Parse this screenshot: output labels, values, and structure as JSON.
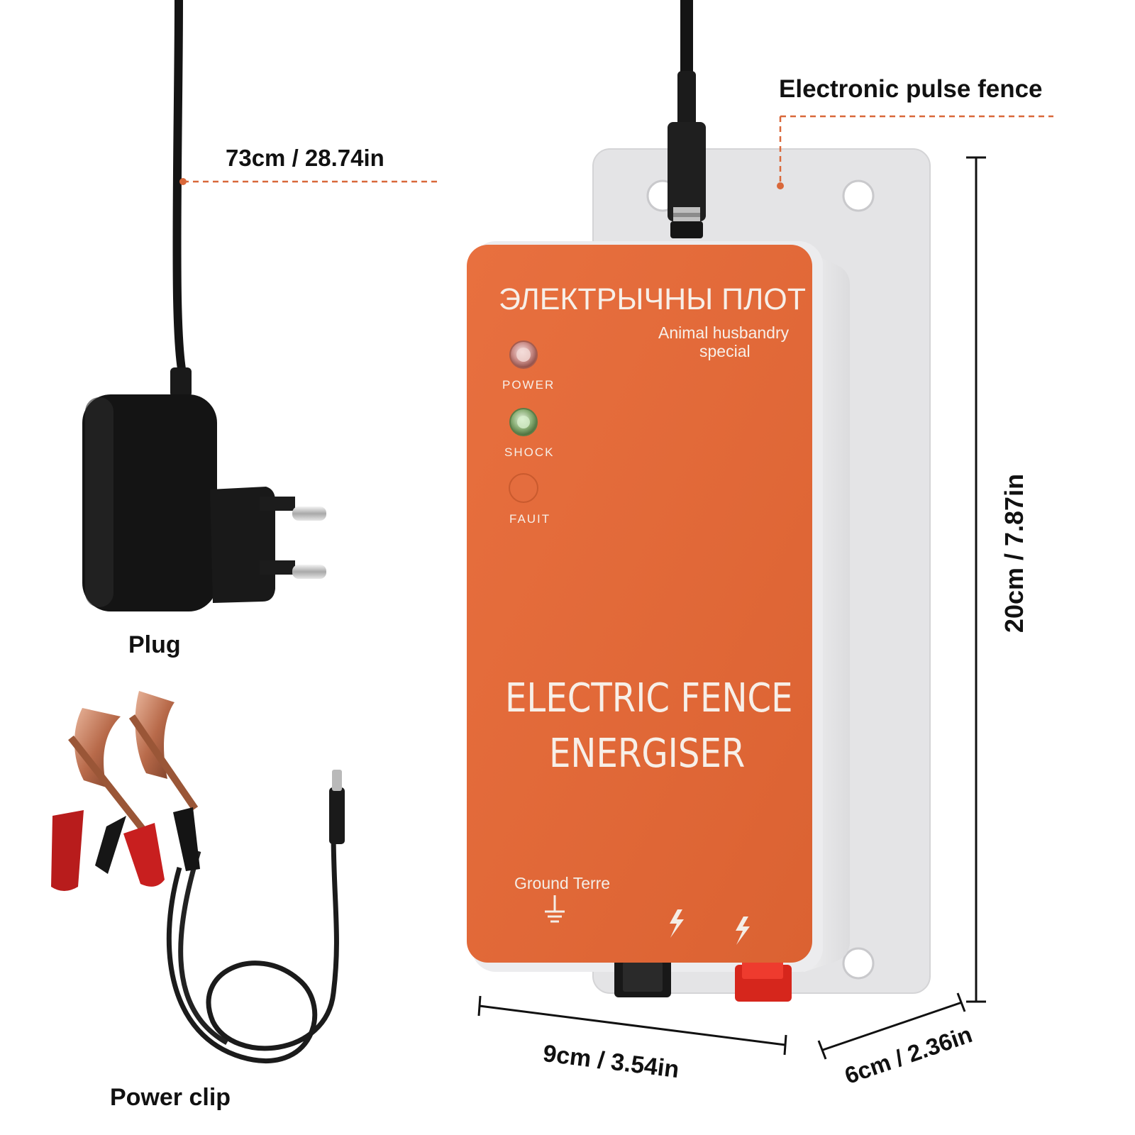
{
  "labels": {
    "pulse_fence": "Electronic pulse fence",
    "cable_length": "73cm / 28.74in",
    "plug": "Plug",
    "power_clip": "Power clip",
    "height": "20cm / 7.87in",
    "width": "9cm / 3.54in",
    "depth": "6cm / 2.36in"
  },
  "device": {
    "title_cyrillic": "ЭЛЕКТРЫЧНЫ ПЛОТ",
    "subtitle_line1": "Animal husbandry",
    "subtitle_line2": "special",
    "indicator_power": "POWER",
    "indicator_shock": "SHOCK",
    "indicator_fault": "FAUIT",
    "main_title_line1": "ELECTRIC FENCE",
    "main_title_line2": "ENERGISER",
    "ground_label": "Ground Terre"
  },
  "colors": {
    "accent": "#e0673a",
    "dimension_dash": "#d9683a",
    "housing": "#e9e9ea",
    "panel_text": "#f7efe8"
  }
}
